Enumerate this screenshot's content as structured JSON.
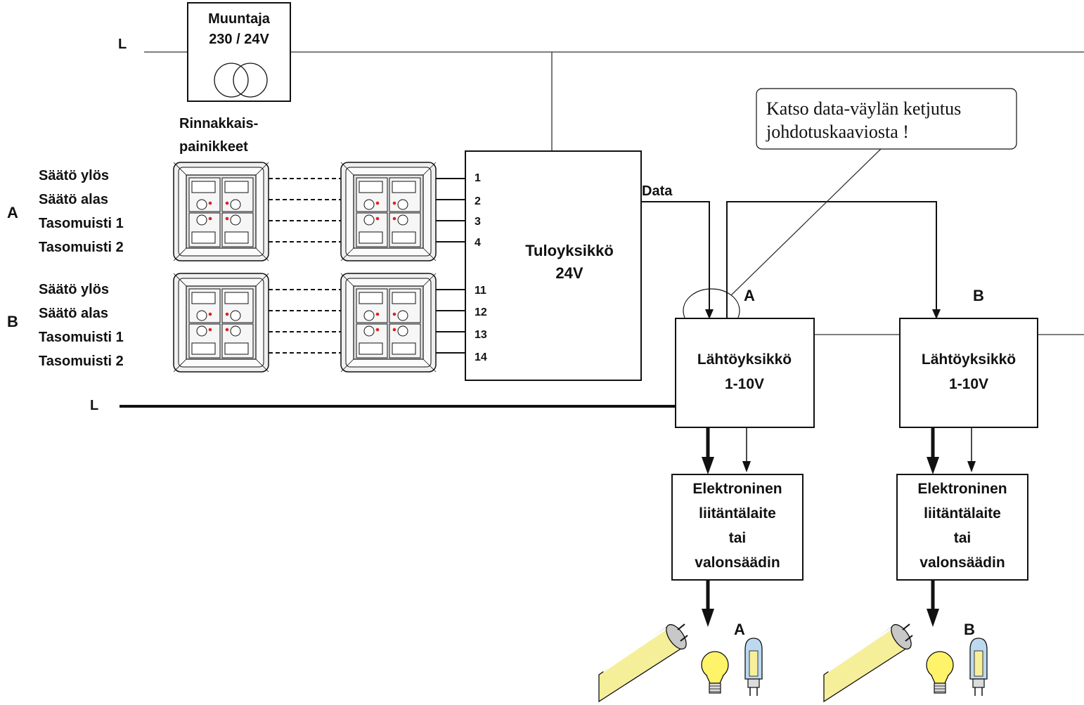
{
  "line_label_top": "L",
  "line_label_bottom": "L",
  "transformer": {
    "title": "Muuntaja",
    "rating": "230 / 24V"
  },
  "parallel_buttons": {
    "label_line1": "Rinnakkais-",
    "label_line2": "painikkeet"
  },
  "group_a": {
    "letter": "A",
    "functions": [
      "Säätö ylös",
      "Säätö alas",
      "Tasomuisti 1",
      "Tasomuisti 2"
    ],
    "terminals": [
      "1",
      "2",
      "3",
      "4"
    ]
  },
  "group_b": {
    "letter": "B",
    "functions": [
      "Säätö ylös",
      "Säätö alas",
      "Tasomuisti 1",
      "Tasomuisti 2"
    ],
    "terminals": [
      "11",
      "12",
      "13",
      "14"
    ]
  },
  "input_unit": {
    "line1": "Tuloyksikkö",
    "line2": "24V"
  },
  "data_label": "Data",
  "callout": {
    "line1": "Katso data-väylän ketjutus",
    "line2": "johdotuskaaviosta !"
  },
  "output_units": [
    {
      "letter": "A",
      "line1": "Lähtöyksikkö",
      "line2": "1-10V"
    },
    {
      "letter": "B",
      "line1": "Lähtöyksikkö",
      "line2": "1-10V"
    }
  ],
  "ballasts": [
    {
      "lines": [
        "Elektroninen",
        "liitäntälaite",
        "tai",
        "valonsäädin"
      ],
      "lamp_letter": "A"
    },
    {
      "lines": [
        "Elektroninen",
        "liitäntälaite",
        "tai",
        "valonsäädin"
      ],
      "lamp_letter": "B"
    }
  ],
  "colors": {
    "indicator": "#e02020",
    "tube": "#f5ef9a",
    "bulb": "#fff36a",
    "halogen_glass": "#bcd9f0"
  }
}
